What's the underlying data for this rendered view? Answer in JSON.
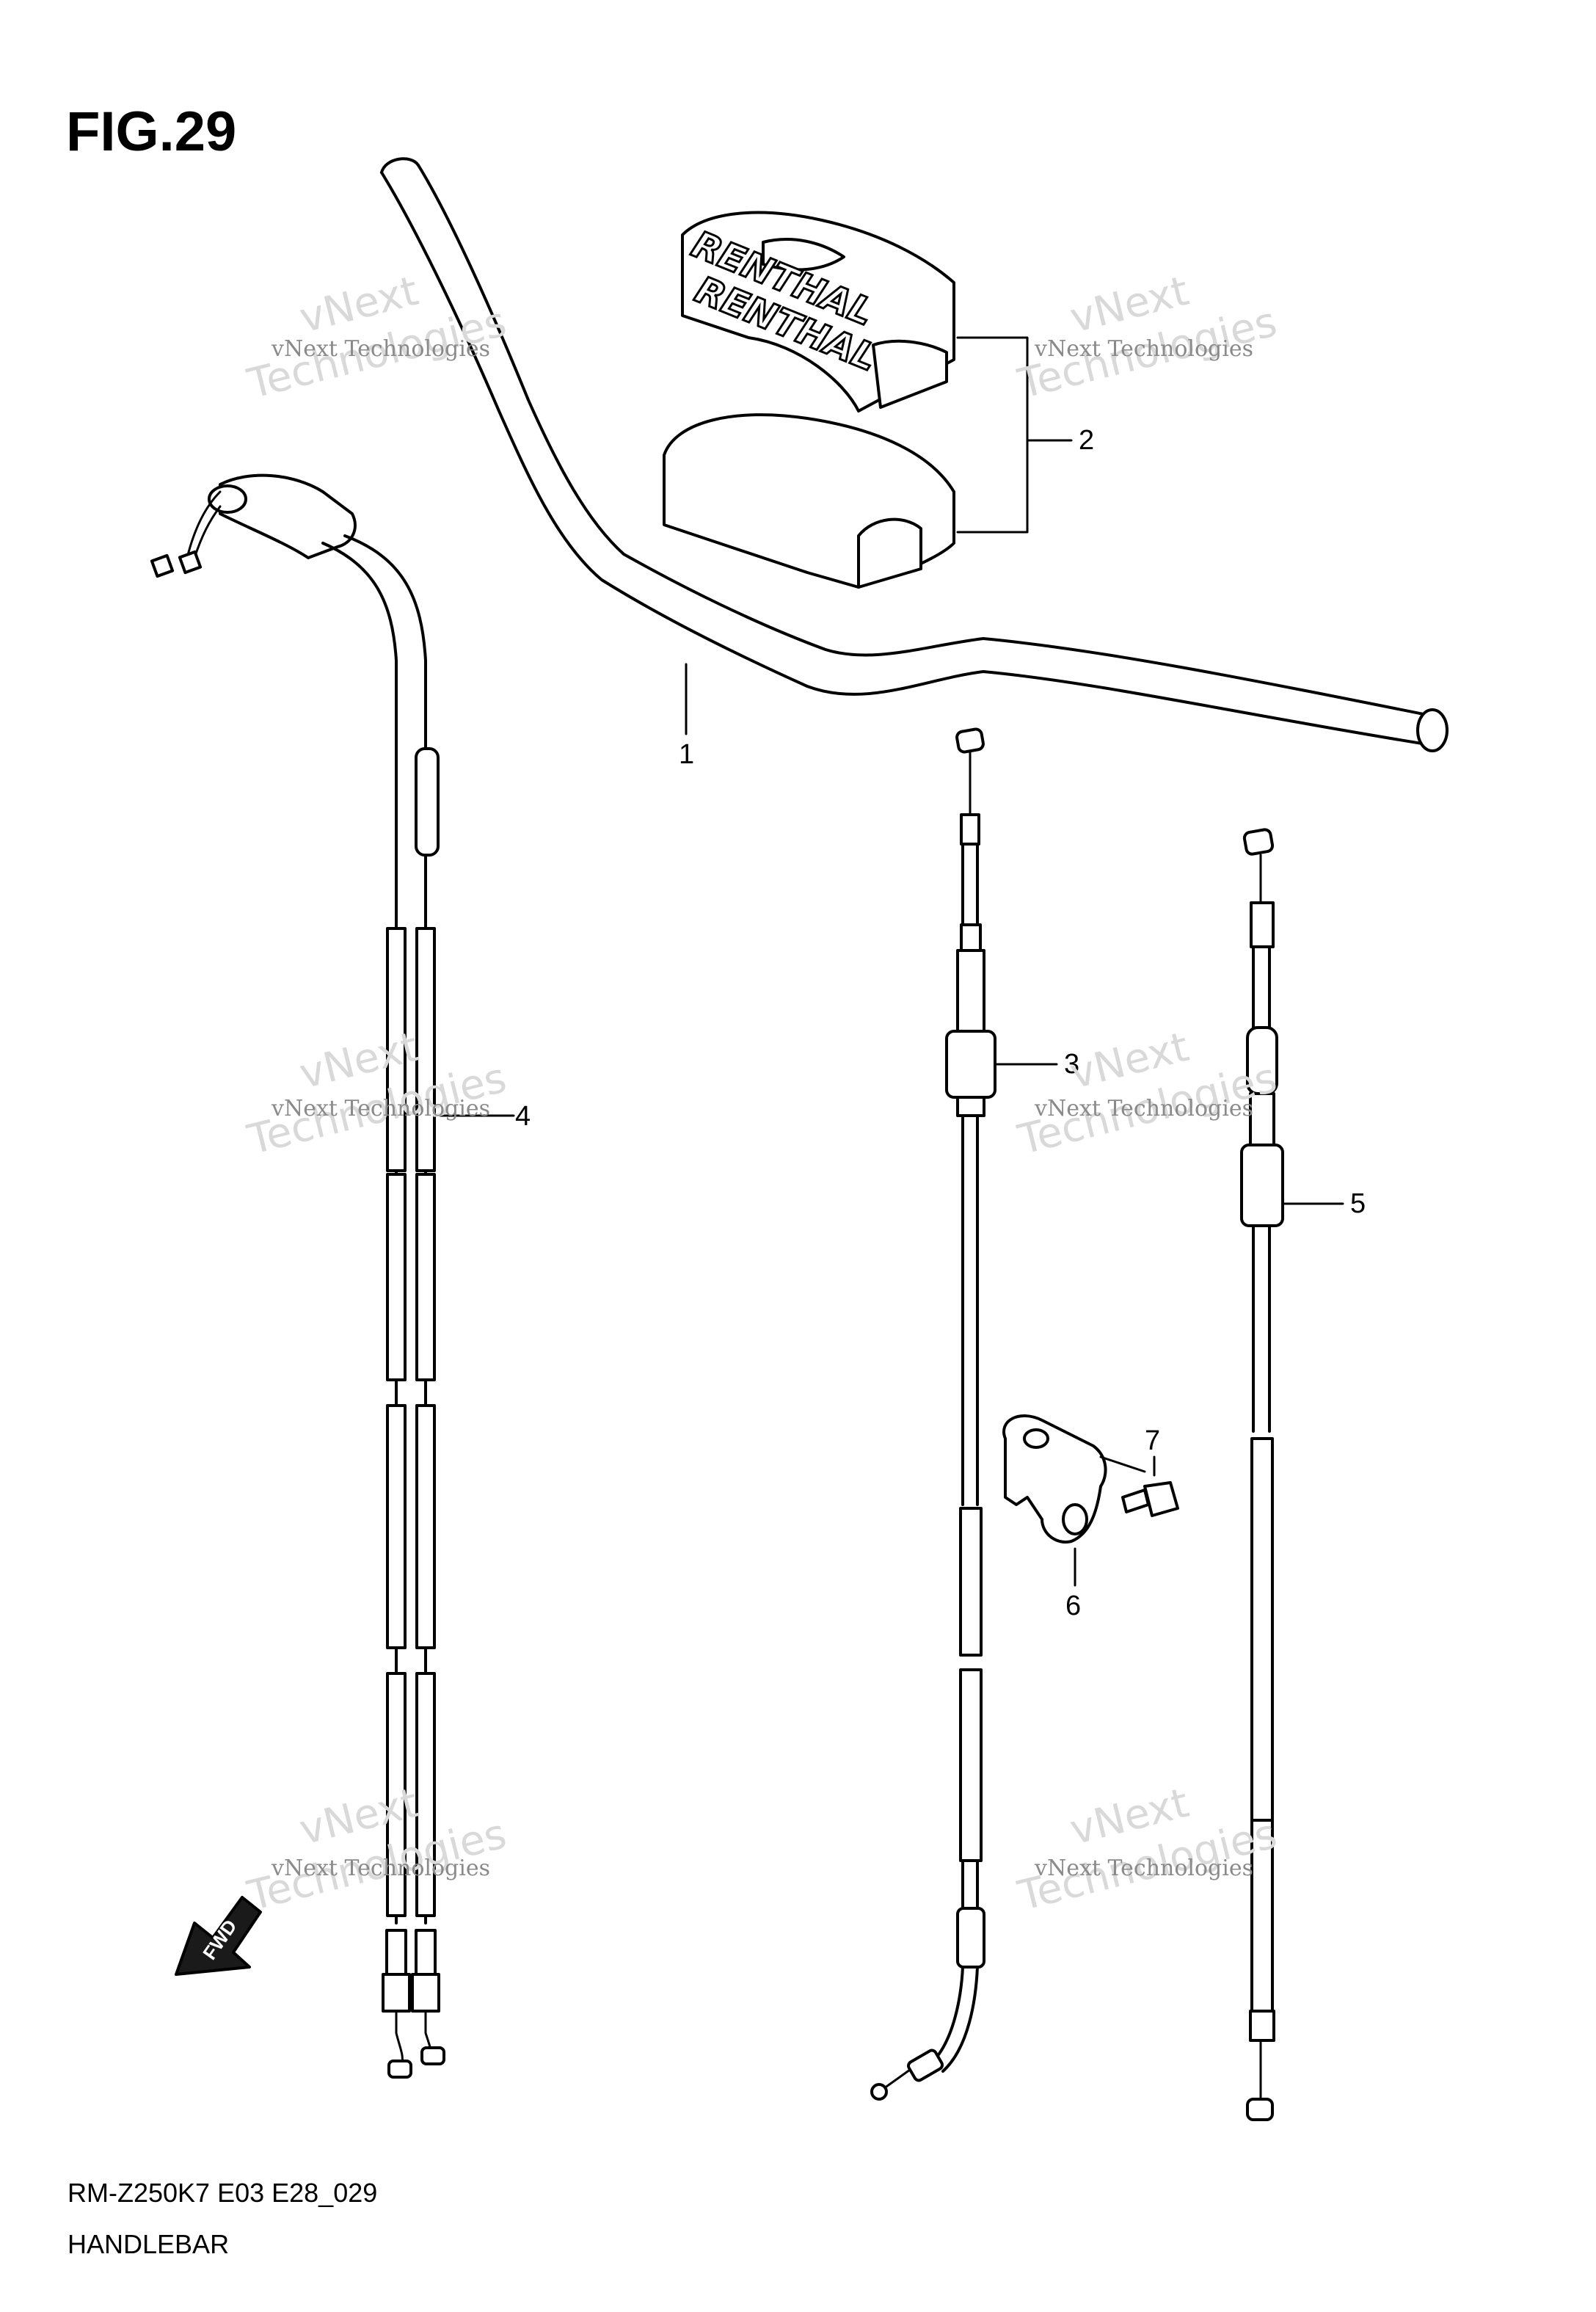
{
  "figure": {
    "title": "FIG.29"
  },
  "parts": [
    {
      "ref": "1"
    },
    {
      "ref": "2"
    },
    {
      "ref": "3"
    },
    {
      "ref": "4"
    },
    {
      "ref": "5"
    },
    {
      "ref": "6"
    },
    {
      "ref": "7"
    }
  ],
  "pad_brand": [
    "RENTHAL",
    "RENTHAL"
  ],
  "direction_marker": "FWD",
  "watermark": {
    "line1": "vNext",
    "line2": "Technologies",
    "small": "vNext Technologies"
  },
  "footer": {
    "code": "RM-Z250K7 E03 E28_029",
    "name": "HANDLEBAR"
  }
}
